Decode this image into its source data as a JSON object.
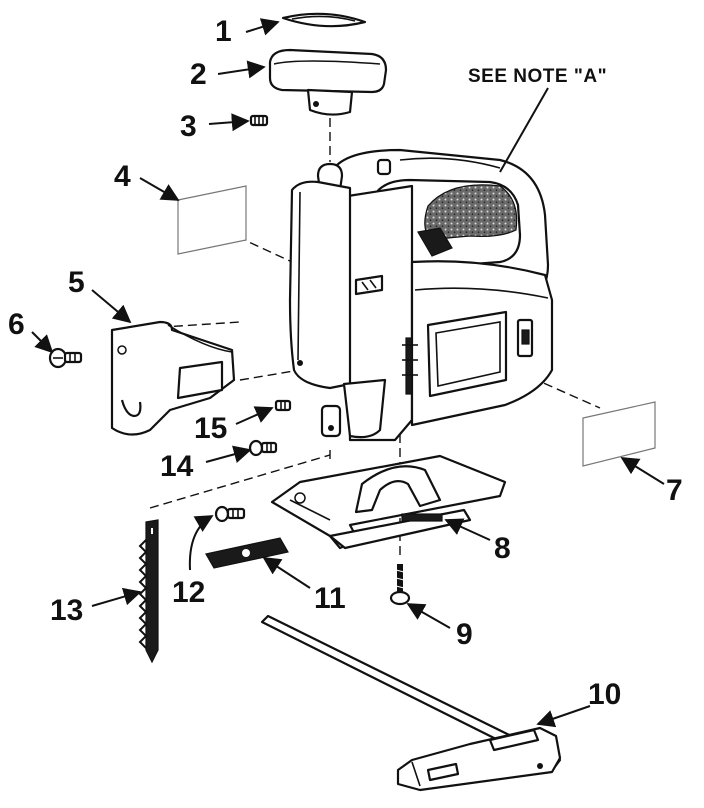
{
  "note": "SEE NOTE \"A\"",
  "callouts": [
    "1",
    "2",
    "3",
    "4",
    "5",
    "6",
    "7",
    "8",
    "9",
    "10",
    "11",
    "12",
    "13",
    "14",
    "15"
  ],
  "colors": {
    "ink": "#111111",
    "paper": "#ffffff",
    "grip": "#555555"
  }
}
